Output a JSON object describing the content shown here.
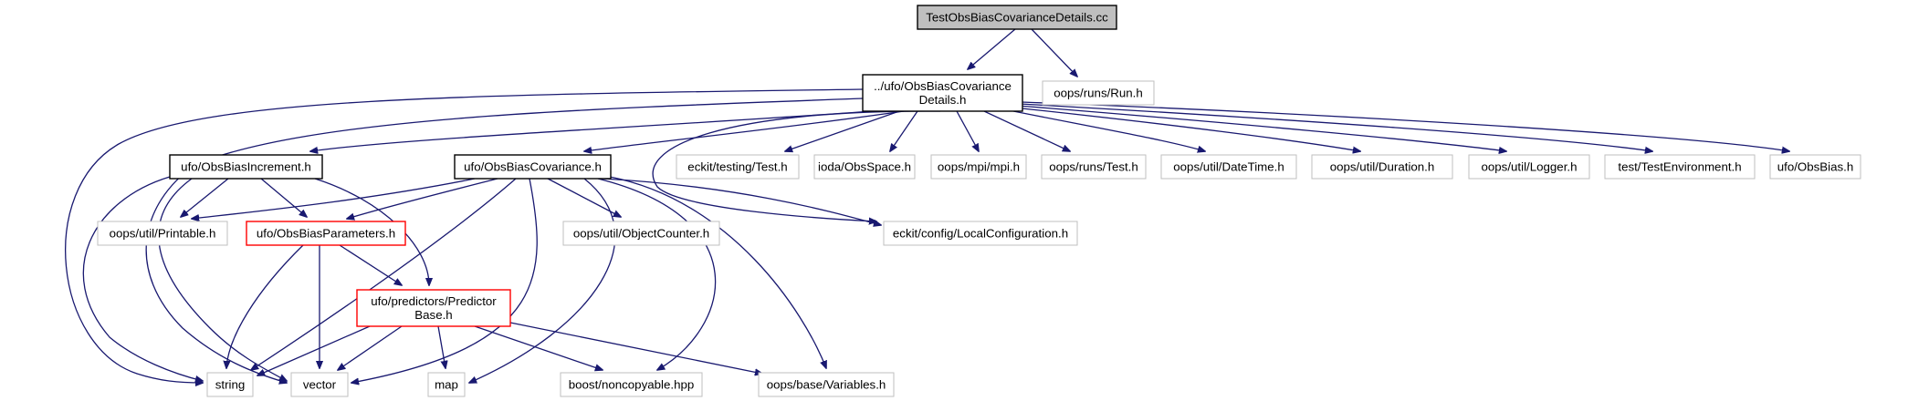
{
  "diagram": {
    "title": "Include dependency graph for TestObsBiasCovarianceDetails.cc",
    "colors": {
      "edge": "#191970",
      "root_fill": "#bfbfbf",
      "node_border": "#000000",
      "missing_border": "#bfbfbf",
      "incomplete_border": "#ff0000"
    },
    "nodes": [
      {
        "id": "root",
        "lines": [
          "TestObsBiasCovarianceDetails.cc"
        ],
        "style": "root"
      },
      {
        "id": "details",
        "lines": [
          "../ufo/ObsBiasCovariance",
          "Details.h"
        ],
        "style": "normal"
      },
      {
        "id": "run",
        "lines": [
          "oops/runs/Run.h"
        ],
        "style": "missing"
      },
      {
        "id": "increment",
        "lines": [
          "ufo/ObsBiasIncrement.h"
        ],
        "style": "normal"
      },
      {
        "id": "covariance",
        "lines": [
          "ufo/ObsBiasCovariance.h"
        ],
        "style": "normal"
      },
      {
        "id": "ecktest",
        "lines": [
          "eckit/testing/Test.h"
        ],
        "style": "missing"
      },
      {
        "id": "obsspace",
        "lines": [
          "ioda/ObsSpace.h"
        ],
        "style": "missing"
      },
      {
        "id": "mpi",
        "lines": [
          "oops/mpi/mpi.h"
        ],
        "style": "missing"
      },
      {
        "id": "runstest",
        "lines": [
          "oops/runs/Test.h"
        ],
        "style": "missing"
      },
      {
        "id": "datetime",
        "lines": [
          "oops/util/DateTime.h"
        ],
        "style": "missing"
      },
      {
        "id": "duration",
        "lines": [
          "oops/util/Duration.h"
        ],
        "style": "missing"
      },
      {
        "id": "logger",
        "lines": [
          "oops/util/Logger.h"
        ],
        "style": "missing"
      },
      {
        "id": "testenv",
        "lines": [
          "test/TestEnvironment.h"
        ],
        "style": "missing"
      },
      {
        "id": "obsbias",
        "lines": [
          "ufo/ObsBias.h"
        ],
        "style": "missing"
      },
      {
        "id": "printable",
        "lines": [
          "oops/util/Printable.h"
        ],
        "style": "missing"
      },
      {
        "id": "params",
        "lines": [
          "ufo/ObsBiasParameters.h"
        ],
        "style": "incomplete"
      },
      {
        "id": "objcounter",
        "lines": [
          "oops/util/ObjectCounter.h"
        ],
        "style": "missing"
      },
      {
        "id": "localconf",
        "lines": [
          "eckit/config/LocalConfiguration.h"
        ],
        "style": "missing"
      },
      {
        "id": "predictor",
        "lines": [
          "ufo/predictors/Predictor",
          "Base.h"
        ],
        "style": "incomplete"
      },
      {
        "id": "string",
        "lines": [
          "string"
        ],
        "style": "missing"
      },
      {
        "id": "vector",
        "lines": [
          "vector"
        ],
        "style": "missing"
      },
      {
        "id": "map",
        "lines": [
          "map"
        ],
        "style": "missing"
      },
      {
        "id": "noncopyable",
        "lines": [
          "boost/noncopyable.hpp"
        ],
        "style": "missing"
      },
      {
        "id": "variables",
        "lines": [
          "oops/base/Variables.h"
        ],
        "style": "missing"
      }
    ],
    "edges": [
      [
        "root",
        "details"
      ],
      [
        "root",
        "run"
      ],
      [
        "details",
        "increment"
      ],
      [
        "details",
        "covariance"
      ],
      [
        "details",
        "ecktest"
      ],
      [
        "details",
        "obsspace"
      ],
      [
        "details",
        "mpi"
      ],
      [
        "details",
        "runstest"
      ],
      [
        "details",
        "datetime"
      ],
      [
        "details",
        "duration"
      ],
      [
        "details",
        "logger"
      ],
      [
        "details",
        "testenv"
      ],
      [
        "details",
        "obsbias"
      ],
      [
        "details",
        "localconf"
      ],
      [
        "details",
        "string"
      ],
      [
        "details",
        "vector"
      ],
      [
        "increment",
        "printable"
      ],
      [
        "increment",
        "params"
      ],
      [
        "increment",
        "predictor"
      ],
      [
        "increment",
        "string"
      ],
      [
        "increment",
        "vector"
      ],
      [
        "covariance",
        "printable"
      ],
      [
        "covariance",
        "params"
      ],
      [
        "covariance",
        "objcounter"
      ],
      [
        "covariance",
        "localconf"
      ],
      [
        "covariance",
        "string"
      ],
      [
        "covariance",
        "vector"
      ],
      [
        "covariance",
        "map"
      ],
      [
        "covariance",
        "noncopyable"
      ],
      [
        "covariance",
        "variables"
      ],
      [
        "params",
        "predictor"
      ],
      [
        "params",
        "string"
      ],
      [
        "params",
        "vector"
      ],
      [
        "predictor",
        "string"
      ],
      [
        "predictor",
        "vector"
      ],
      [
        "predictor",
        "map"
      ],
      [
        "predictor",
        "noncopyable"
      ],
      [
        "predictor",
        "variables"
      ]
    ]
  }
}
